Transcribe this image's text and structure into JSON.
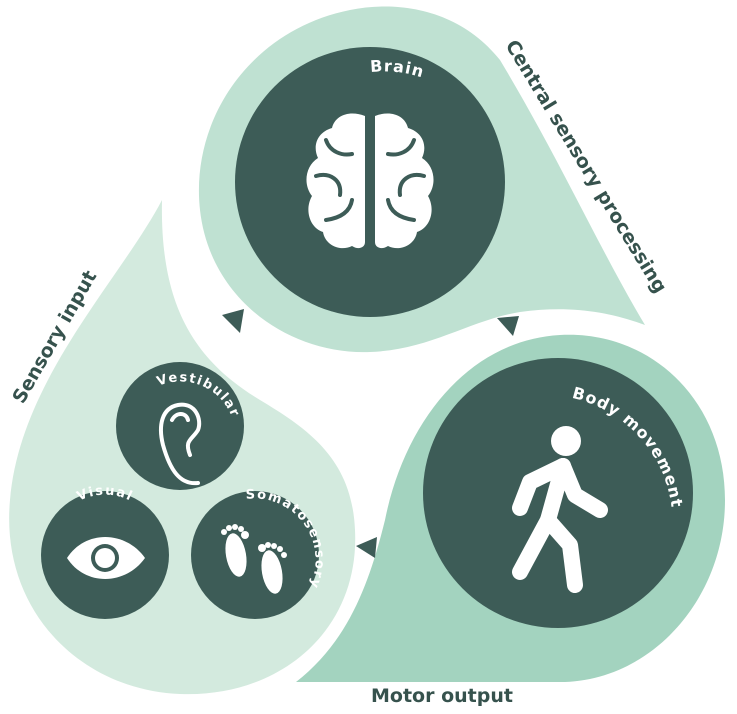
{
  "colors": {
    "dark": "#3d5c57",
    "brain_drop": "#bfe1d2",
    "body_drop": "#a3d3bf",
    "sensory_drop": "#d3eade",
    "icon": "#ffffff",
    "label_text": "#36524d"
  },
  "stages": {
    "brain": {
      "title": "Brain",
      "process_label": "Central sensory processing",
      "icon": "brain-icon"
    },
    "body": {
      "title": "Body movement",
      "process_label": "Motor output",
      "icon": "walking-person-icon"
    },
    "sensory": {
      "process_label": "Sensory input",
      "inputs": [
        {
          "title": "Vestibular",
          "icon": "ear-icon"
        },
        {
          "title": "Visual",
          "icon": "eye-icon"
        },
        {
          "title": "Somatosensory",
          "icon": "footprints-icon"
        }
      ]
    }
  },
  "cycle_arrows": [
    {
      "from": "Brain",
      "to": "Body movement"
    },
    {
      "from": "Body movement",
      "to": "Sensory input"
    },
    {
      "from": "Sensory input",
      "to": "Brain"
    }
  ]
}
